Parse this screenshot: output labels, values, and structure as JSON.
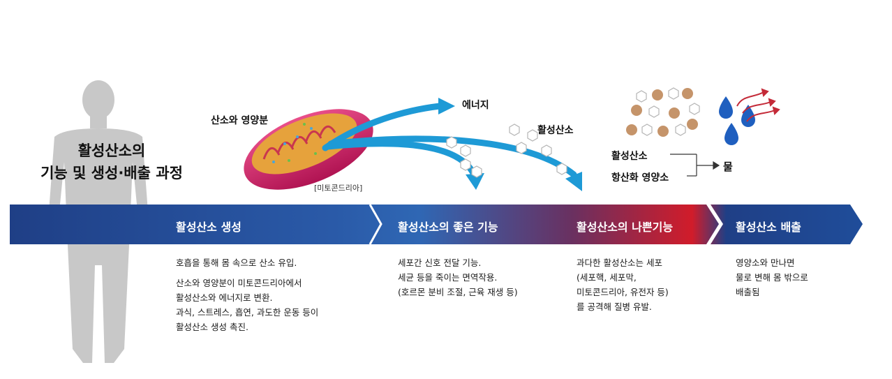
{
  "title_line1": "활성산소의",
  "title_line2": "기능 및 생성·배출 과정",
  "top_labels": {
    "input": "산소와 영양분",
    "mito": "[미토콘드리아]",
    "energy": "에너지",
    "ros": "활성산소",
    "water": "물",
    "combine_a": "활성산소",
    "combine_b": "항산화 영양소"
  },
  "stages": [
    {
      "label": "활성산소 생성"
    },
    {
      "label": "활성산소의 좋은 기능"
    },
    {
      "label": "활성산소의 나쁜기능"
    },
    {
      "label": "활성산소 배출"
    }
  ],
  "descriptions": {
    "stage1": {
      "p1": "호흡을 통해 몸 속으로 산소 유입.",
      "p2_l1": "산소와 영양분이 미토콘드리아에서",
      "p2_l2": "활성산소와 에너지로 변환.",
      "p2_l3": "과식, 스트레스, 흡연, 과도한 운동 등이",
      "p2_l4": "활성산소 생성 촉진."
    },
    "stage2": {
      "l1": "세포간 신호 전달 기능.",
      "l2": "세균 등을 죽이는 면역작용.",
      "l3": "(호르몬 분비 조절, 근육 재생 등)"
    },
    "stage3": {
      "l1": "과다한 활성산소는 세포",
      "l2": "(세포핵, 세포막,",
      "l3": "미토콘드리아, 유전자 등)",
      "l4": "를 공격해 질병 유발."
    },
    "stage4": {
      "l1": "영양소와 만나면",
      "l2": "물로 변해 몸 밖으로",
      "l3": "배출됨"
    }
  },
  "colors": {
    "navy": "#1f3f86",
    "blue": "#2f67b4",
    "red": "#d11c2a",
    "arrow_blue": "#1e9ad6",
    "body_gray": "#c8c8c8",
    "mito_pink": "#d42b6a",
    "mito_orange": "#e6a23c",
    "water_blue": "#1f5fbf"
  },
  "icons": [
    "human-silhouette-icon",
    "mitochondria-icon",
    "hexagon-molecule-icon",
    "antioxidant-particle-icon",
    "water-drop-icon"
  ]
}
